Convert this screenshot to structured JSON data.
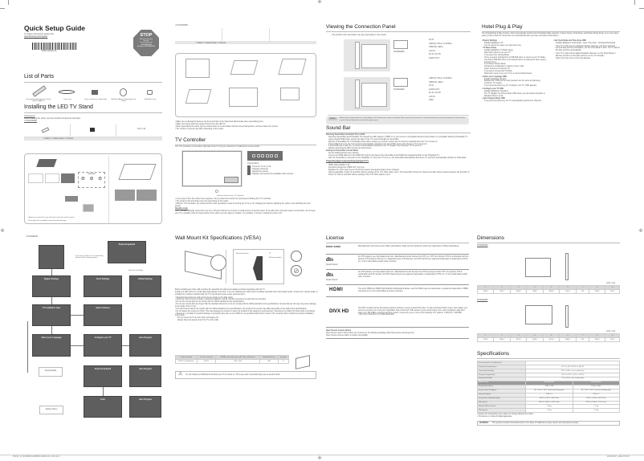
{
  "footer": {
    "left": "[HG40_43_50NJ690F-ZA]BN68-11196G-00_L04.indb 1",
    "right": "2019-09-17 ¿ÀÈÄ 4:51:20"
  },
  "header": {
    "title": "Quick Setup Guide",
    "register_text": "To register this product please visit",
    "register_url": "www.samsung.com/register",
    "barcode_label": "BN68-11196G-00",
    "stop_sign": {
      "title": "STOP",
      "lines": [
        "Please do not return",
        "this unit.",
        "For assistance call",
        "1-800-SAMSUNG",
        "(Canada) 1-800-SAMSUNG"
      ]
    }
  },
  "list_of_parts": {
    "heading": "List of Parts",
    "items": [
      {
        "label": "Samsung Hospitality Remote Control & Batteries (AAA x 2)"
      },
      {
        "label": "Power Cord"
      },
      {
        "label": "Owner's Instructions / Safety Guide"
      },
      {
        "label": "Wall Mount Adapter (Depending on the model)"
      },
      {
        "label": "Holder-Wire stand"
      }
    ]
  },
  "stand": {
    "heading": "Installing the LED TV Stand",
    "components_label": "Components",
    "components_text": "When installing the stand, use the provided components and parts.",
    "model_a": "• HG40NJ690F",
    "model_b": "• HG43NJ690F",
    "stand_parts_a": [
      "Stand Guide",
      "Stand",
      "Screw"
    ],
    "screw_a": "M4 x L12",
    "caption_a": "1 Stand / 1 Stand Guide / 4 Screws",
    "caption_b": "1 Stand / 1 Stand Guide / 1 Screws",
    "attention": "Attention",
    "notes": [
      "Tighten the screws of the screw shaft until it reaches the end of its travel.",
      "Do not tighten the assembly kit screws to the desired torque."
    ],
    "step_notes": [
      "Make sure to distinguish between the front and back of the Stand and Stand Guide when assembling them.",
      "Make sure that at least two people lift and move the LED TV.",
      "When assembling the stand, lay the product down on a soft surface with the screen facing down, and then fasten the screws.",
      "The number of screws may differ depending on the model."
    ]
  },
  "tv_controller": {
    "heading": "TV Controller",
    "intro": "The TV's Controller on the bottom right side of the TV, lets you control the TV without the remote control.",
    "control_menu_label": "Control Menu",
    "menu_items": [
      "Turns the TV on or off.",
      "Changes channels.",
      "Adjusts the volume.",
      "Displays and selects the available video sources."
    ],
    "sensor_label": "Remote control sensor / TV Controller",
    "notes": [
      "If you press it first, the control menu appears. You can select the function by pressing and holding the TV's controller.",
      "The product color and shape may vary depending on the model.",
      "With the TV's Controller, you cannot perform other operations except for turning the TV on or off, changing the channel, adjusting the volume, and switching the input source."
    ],
    "standby_heading": "Standby mode",
    "standby_text": "Your TV enters Standby mode when you turn it off and continues to consume a small amount of electric power. To be safe and to decrease power consumption, do not leave your TV in standby mode for long periods of time (when you are away on vacation, for example). It is best to unplug the power cord."
  },
  "connection_panel": {
    "heading": "Viewing the Connection Panel",
    "note": "• The product color and shape may vary depending on the model.",
    "model_a": "HG40NE460",
    "model_b": "HG43NE460",
    "ports_a": [
      "AV IN",
      "USB (5V 0.5A) / CLONING",
      "HDMI IN1 (ARC)",
      "LAN IN",
      "RJ-12 / RJ-45",
      "AUDIO OUT"
    ],
    "ports_b": [
      "USB (5V 0.5A) / CLONING",
      "HDMI IN1 (ARC)",
      "AV IN",
      "AUDIO OUT",
      "RJ-12 / RJ-45",
      "LAN IN",
      "DATA"
    ],
    "notice_label": "Notice",
    "notice_text": "When in Hotel mode (Interactive or Standalone), all Channel menu items in the Menu OSD except for the Channel List are deactivated. If you need to change the channel Group, use the Channel Setup item in the Hotel options menu."
  },
  "sound_bar": {
    "heading": "Sound Bar",
    "bullets": [
      "Samsung Sound Bars and Hotel TVs in 2019",
      "Samsung Sound Bars and Hospitality TVs support the ARC feature in HDMI 1.4. If you connect a compatible Samsung Sound Bar to a compatible Samsung Hospitality TV using a single HDMI cable, guests can listen to the TV's sound through the Sound Bar.",
      "Discrete of SoundBar Out in Hospitality Option Menu makes you control to where the TV sound is outputted when the TV is turned on.",
      "If Sound Bar Out is On, the TV's sound is automatically outputted to the Sound Bar device only whenever TV is turned on.",
      "If Sound Bar Out is OFF, the TV sound is automatically outputted to the TV speaker only whenever TV is turned on.",
      "Models supporting the ARC function are listed below.",
      "Setting the Sound Bar to Hotel Mode",
      "Set the following Hotel menu options:",
      "Connect an HDMI cable from the HDMI OUT jack on the back of the Sound Bar to the HDMI port (supporting ARC) on the Hospitality TV.",
      "After the Sound Bar is connected to the Hospitality TV, when the TV turns on, the Sound Bar automatically detects the TV, and then automatically switches to Hotel Mode."
    ],
    "func_heading": "Sound Bar Hotel mode functional characteristics",
    "func_items": [
      "Power On/Off is synchronized with the TV.",
      "HDMI_CEC defaults to On.",
      "Functions through the 'HDMI OUT' port only.",
      "Disables the 'input mode' key on the IR line prevent unexpected audio source changes.",
      "Volume adjustable: Power On and Max Volume settings of the TV's Hotel option menu. The Sound Bar's Power On Volume and Max Volume values between ON and OFF of Power On Volume and Max Volume settings of the TV's Hotel options menu."
    ]
  },
  "hotel_plug_play": {
    "heading": "Hotel Plug & Play",
    "intro": "The Hospital Plug & Play function, which automatically performs the Hospitality Mode selection, Country Setup, Clock Setup, and Picture Mode Setup, is run once when power is first turned ON. Setup also runs automatically after you have executed a Hotel Reset.",
    "col1": [
      {
        "title": "Region Settings",
        "items": [
          "Initially highlighted: US",
          "You can select the region you want and more."
        ]
      },
      {
        "title": "TV Basic Setup",
        "items": [
          "Initially highlighted: TV Basic Setup.",
          "Start basic setup to use your TV.",
          "If you select the Cloning Mode",
          "Clone a general settings from a USB flash drive or server to your TV. Make sure that a USB flash drive is connected before you attempt to clone system settings from it.",
          "If you select Factory Menu",
          "Activate the configuration in Factory menu mode",
          "power off and on to start the TV.",
          "If you select commercial TV Mode:",
          "Start basic setup to use your TV in a commercial business."
        ]
      },
      {
        "title": "Select your Language OSD",
        "items": [
          "Initially highlighted: English",
          "Display time: OSD time out and operation are the same as Samsung consumer TV models.",
          "If you press the Enter key, the 'Configure your TV' OSD appears."
        ]
      },
      {
        "title": "Configure your TV OSD",
        "items": [
          "Initially highlighted: Standard.",
          "The TV displays the Picture Mode OSD where you can choose Dynamic or Standard Picture mode."
        ]
      },
      {
        "title": "Auto Program Mode OSD",
        "items": [
          "If you press the Enter key, the TV automatically searches for channels."
        ]
      }
    ],
    "col2": [
      {
        "title": "Set Clock Mode and Time Zone OSD",
        "items": [
          "Initially highlighted: Clock Mode - Auto, Time Zone - Southeast/Southeast",
          "If the TV is still tuned to a digital broadcast channels, and these channels transmit date and time information, set the Clock Mode to Auto. The TV will set the date and time automatically.",
          "If the TV is still tuned to digital broadcast channels, set the Clock Mode to Manual, and then set the date and time on the TV manually.",
          "Select your time zone on the map appears."
        ]
      }
    ]
  },
  "wall_mount": {
    "heading": "Wall Mount Kit Specifications (VESA)",
    "labels": [
      "Wall mount bracket",
      "TV",
      "Wall mount adapter"
    ],
    "intro": "Before installing any other wall mounting kit, assemble the wall mount adapter provided separately with the TV.",
    "intro2": "Install your wall mount on a solid wall perpendicular to the floor. If you are attaching the wall mount to building materials other than plaster board, contact your nearest dealer. If installed on a ceiling or slanted wall, the TV may fall and cause severe personal injury.",
    "notes": [
      "Standard dimensions for wall mount kits are shown in the table below.",
      "Samsung wall mount kits contain a detailed installation manual. All parts necessary for assembly are provided.",
      "Do not use screws that do not comply with the VESA standard screw specifications.",
      "Do not use screws that are longer than the standard dimension or do not comply with the VESA standard screw specifications. Screws that are too long may cause damage to the inside of the TV set.",
      "For wall mounts that do not comply with the VESA standard screw specifications, the length of the screws may differ depending on the wall mount specifications.",
      "Do not fasten the screws too firmly. This may damage the product or cause the product to fall, leading to personal injury. Samsung is not liable for these kinds of accidents.",
      "Samsung is not liable for product damage or personal injury when a non-VESA or non-specified wall mount is used or the consumer fails to follow the product installation instructions.",
      "Do not mount the TV at more than a 15 degree tilt."
    ],
    "two_people": "Always have two people mount the TV onto a wall.",
    "table": {
      "headers": [
        "Product Family",
        "TV size in inches",
        "VESA screw hole specs (A * B) in millimeters",
        "Standard Screw",
        "Quantity"
      ],
      "rows": [
        [
          "LED-TV (& Monitor)",
          "40-43",
          "200 x 200",
          "M8",
          "4"
        ]
      ]
    },
    "warning": "Do not install your Wall Mount Kit while your TV is turned on. This may result in personal injury due to electric shock."
  },
  "license": {
    "heading": "License",
    "entries": [
      {
        "logo": "DOLBY AUDIO",
        "text": "Manufactured under license from Dolby Laboratories. Dolby and the double-D symbol are trademarks of Dolby Laboratories."
      },
      {
        "logo": "dts",
        "sub": "Studio Sound",
        "text": "For DTS patents, see http://patents.dts.com. Manufactured under license from DTS, Inc. DTS, the Symbol, DTS in combination with the Symbol, DTS Premium Sound | 5.1, Digital Surround, DTS Express, and DTS Neo2:5 are registered trademarks or trademarks of DTS, Inc. in the United States and/or other countries."
      },
      {
        "logo": "dts",
        "sub": "Studio Sound",
        "text": "For DTS patents, see http://patents.dts.com. Manufactured under license from DTS Licensing Limited. DTS, the Symbol, DTS in combination with the Symbol, and DTS Studio Sound are registered trademarks or trademarks of DTS, Inc. in the United States and/or other countries."
      },
      {
        "logo": "HDMI",
        "text": "The terms HDMI and HDMI High-Definition Multimedia Interface, and the HDMI Logo are trademarks or registered trademarks of HDMI Licensing LLC in the United States and other countries."
      },
      {
        "logo": "DIVX HD",
        "text": "This DivX Certified device has passed rigorous testing to ensure it plays DivX video. To play purchased DivX movies, first register your device at vod.divx.com. Find your registration code in the DivX VOD section of your device setup menu. DivX Certified to play DivX video up to HD 1080p, including premium content. Covered by one or more of the following U.S. patents: 7,295,673; 7,460,668; 7,515,710; 8,656,183; 8,731,369; RE45,052."
      }
    ],
    "open_source_heading": "Open Source License Notice",
    "open_source_1": "Open Source used in this product can be found on the following webpage (http://opensource.samsung.com).",
    "open_source_2": "Open Source License Notice is written only English."
  },
  "dimensions": {
    "heading": "Dimensions",
    "model_a": "HG40NE460",
    "model_b": "HG43NE460",
    "unit": "(Unit: mm)",
    "columns": [
      "1",
      "2",
      "3",
      "4",
      "5",
      "6",
      "7",
      "8",
      "9"
    ],
    "row_a": [
      "906.4",
      "529.7",
      "906.4",
      "493.0",
      "826.4",
      "200.2",
      "175",
      "506.4",
      "68.3"
    ],
    "row_b": [
      "974.5",
      "580.3",
      "974.5",
      "563.0",
      "974.5",
      "586.0",
      "176",
      "563.0",
      "64.5"
    ]
  },
  "specifications": {
    "heading": "Specifications",
    "env_rows": [
      [
        "Environmental Considerations",
        ""
      ],
      [
        "Operating Temperature",
        "10°C to 40°C (50°F to 104°F)"
      ],
      [
        "Operating Humidity",
        "10% to 80%, non-condensing"
      ],
      [
        "Storage Temperature",
        "-20°C to 45°C (-4°F to 113°F)"
      ],
      [
        "Storage Humidity",
        "5% to 95%, non-condensing"
      ]
    ],
    "model_header": [
      "Model Name",
      "HG40NE460",
      "HG43NE460"
    ],
    "rows": [
      [
        "Display Resolution",
        "1366 x 768",
        "1920 x 1080"
      ],
      [
        "Screen Size / Diagonal",
        "40\" Class / 39.5\" measured diagonally",
        "43\" Class / 42.5\" measured diagonally"
      ],
      [
        "Sound (Output)",
        "10W x 2",
        "10W x 2"
      ],
      [
        "Dimensions (WxHxD) Body",
        "906.4 x 529.7 x 68.3 mm",
        "974.5 x 563.0 x 64.5 mm"
      ],
      [
        "With stand",
        "906.4 x 586.5 x 200.2 mm",
        "974.5 x 616.8 x 176.0 mm"
      ],
      [
        "Weight Without Stand",
        "7.8 kg",
        "7.2 kg"
      ],
      [
        "With Stand",
        "7.9 kg",
        "7.3 kg"
      ]
    ],
    "notes": [
      "Design and specifications are subject to change without prior notice.",
      "This device is a Class B digital apparatus."
    ],
    "warning_label": "WARNING:",
    "warning_text": "This product contains chemicals known to the State of California to cause cancer and reproductive toxicity."
  },
  "flowchart": {
    "model_label": "• HG40NE460",
    "screens": [
      {
        "title": "Setup Completed!"
      },
      {
        "title": "Region Settings"
      },
      {
        "title": "Clock Settings"
      },
      {
        "title": "Global Settings"
      },
      {
        "title": "TV Installation Type"
      },
      {
        "title": "Select Antenna"
      },
      {
        "title": "Select your Language"
      },
      {
        "title": "Configure your TV"
      },
      {
        "title": "Auto Program"
      },
      {
        "title": "Setup Completed!"
      },
      {
        "title": "Auto Program"
      },
      {
        "title": "Scan"
      },
      {
        "title": "Auto Program"
      }
    ],
    "notes": [
      "If you select TV Basic, the TV automatically initiates the Auto Tuning operation.",
      "Select the Clock Mode.",
      "Cloning Mode",
      "Factory Menu",
      "Turns the TV off/on.",
      "Select your Language",
      "Select the mode",
      "Select your TV mode"
    ]
  }
}
